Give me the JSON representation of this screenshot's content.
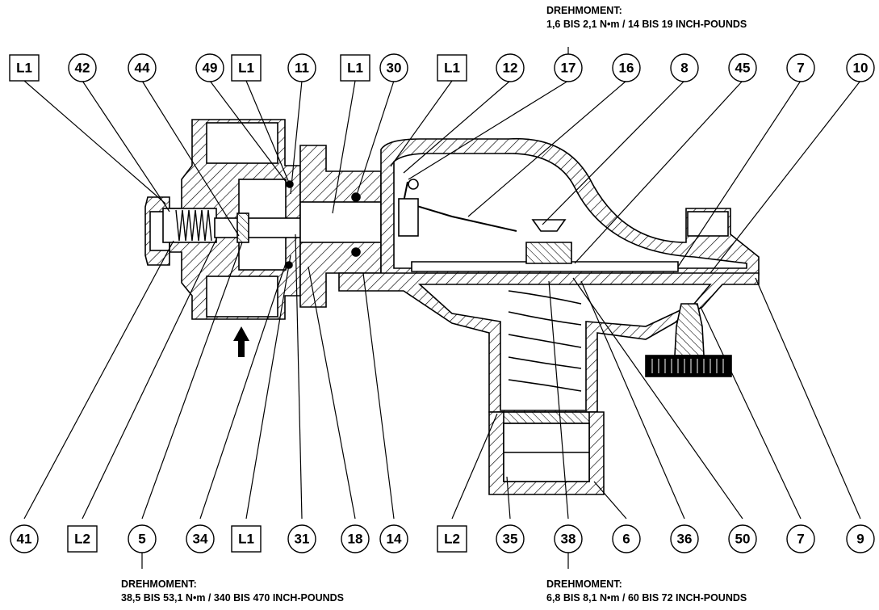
{
  "callouts_top": [
    "L1",
    "42",
    "44",
    "49",
    "L1",
    "11",
    "L1",
    "30",
    "L1",
    "12",
    "17",
    "16",
    "8",
    "45",
    "7",
    "10"
  ],
  "callouts_bottom": [
    "41",
    "L2",
    "5",
    "34",
    "L1",
    "31",
    "18",
    "14",
    "L2",
    "35",
    "38",
    "6",
    "36",
    "50",
    "7",
    "9"
  ],
  "torque_notes": {
    "top": {
      "heading": "DREHMOMENT:",
      "value": "1,6 BIS 2,1 N•m / 14 BIS 19 INCH-POUNDS"
    },
    "bottom_left": {
      "heading": "DREHMOMENT:",
      "value": "38,5 BIS 53,1 N•m / 340 BIS 470 INCH-POUNDS"
    },
    "bottom_right": {
      "heading": "DREHMOMENT:",
      "value": "6,8 BIS 8,1 N•m / 60 BIS 72 INCH-POUNDS"
    }
  }
}
